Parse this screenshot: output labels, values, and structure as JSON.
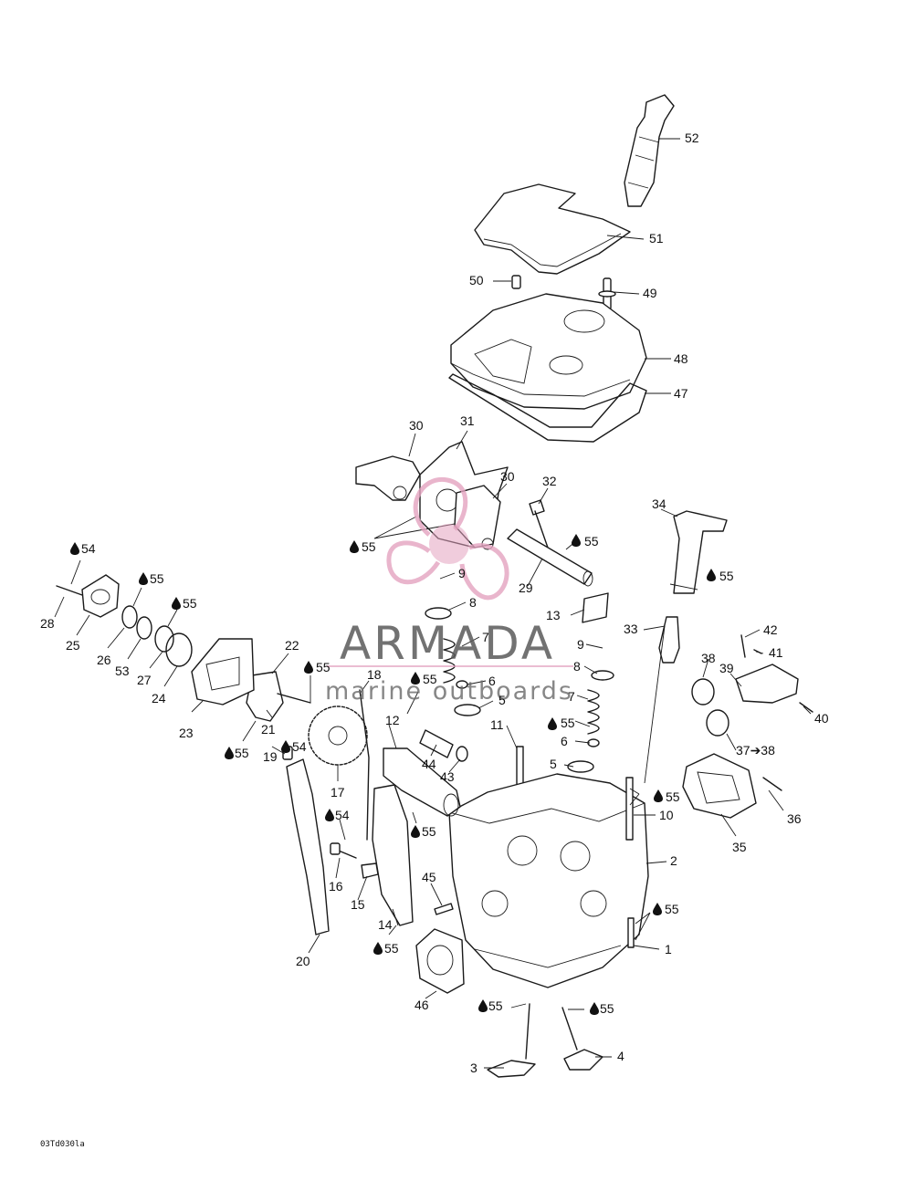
{
  "diagram": {
    "drawing_code": "03Td030la",
    "watermark": {
      "brand": "ARMADA",
      "tagline": "marine outboards"
    },
    "lubricant_symbol": "oil-drop-icon",
    "labels": [
      {
        "id": "l52",
        "text": "52"
      },
      {
        "id": "l51",
        "text": "51"
      },
      {
        "id": "l50",
        "text": "50"
      },
      {
        "id": "l49",
        "text": "49"
      },
      {
        "id": "l48",
        "text": "48"
      },
      {
        "id": "l47",
        "text": "47"
      },
      {
        "id": "l31",
        "text": "31"
      },
      {
        "id": "l30a",
        "text": "30"
      },
      {
        "id": "l30b",
        "text": "30"
      },
      {
        "id": "l32",
        "text": "32"
      },
      {
        "id": "l34",
        "text": "34"
      },
      {
        "id": "l55a",
        "text": "55"
      },
      {
        "id": "l55b",
        "text": "55"
      },
      {
        "id": "l55c",
        "text": "55"
      },
      {
        "id": "l29",
        "text": "29"
      },
      {
        "id": "l9a",
        "text": "9"
      },
      {
        "id": "l8a",
        "text": "8"
      },
      {
        "id": "l13",
        "text": "13"
      },
      {
        "id": "l7a",
        "text": "7"
      },
      {
        "id": "l9b",
        "text": "9"
      },
      {
        "id": "l8b",
        "text": "8"
      },
      {
        "id": "l6a",
        "text": "6"
      },
      {
        "id": "l5a",
        "text": "5"
      },
      {
        "id": "l7b",
        "text": "7"
      },
      {
        "id": "l55d",
        "text": "55"
      },
      {
        "id": "l6b",
        "text": "6"
      },
      {
        "id": "l5b",
        "text": "5"
      },
      {
        "id": "l11",
        "text": "11"
      },
      {
        "id": "l33",
        "text": "33"
      },
      {
        "id": "l42",
        "text": "42"
      },
      {
        "id": "l41",
        "text": "41"
      },
      {
        "id": "l38",
        "text": "38"
      },
      {
        "id": "l39",
        "text": "39"
      },
      {
        "id": "l40",
        "text": "40"
      },
      {
        "id": "l3738",
        "text": "37➔38"
      },
      {
        "id": "l36",
        "text": "36"
      },
      {
        "id": "l35",
        "text": "35"
      },
      {
        "id": "l55e",
        "text": "55"
      },
      {
        "id": "l10",
        "text": "10"
      },
      {
        "id": "l2",
        "text": "2"
      },
      {
        "id": "l55f",
        "text": "55"
      },
      {
        "id": "l1",
        "text": "1"
      },
      {
        "id": "l54a",
        "text": "54"
      },
      {
        "id": "l28",
        "text": "28"
      },
      {
        "id": "l25",
        "text": "25"
      },
      {
        "id": "l55g",
        "text": "55"
      },
      {
        "id": "l55h",
        "text": "55"
      },
      {
        "id": "l26",
        "text": "26"
      },
      {
        "id": "l53",
        "text": "53"
      },
      {
        "id": "l27",
        "text": "27"
      },
      {
        "id": "l24",
        "text": "24"
      },
      {
        "id": "l23",
        "text": "23"
      },
      {
        "id": "l22",
        "text": "22"
      },
      {
        "id": "l55i",
        "text": "55"
      },
      {
        "id": "l18",
        "text": "18"
      },
      {
        "id": "l55j",
        "text": "55"
      },
      {
        "id": "l21",
        "text": "21"
      },
      {
        "id": "l19",
        "text": "19"
      },
      {
        "id": "l54b",
        "text": "54"
      },
      {
        "id": "l55k",
        "text": "55"
      },
      {
        "id": "l17",
        "text": "17"
      },
      {
        "id": "l12",
        "text": "12"
      },
      {
        "id": "l44",
        "text": "44"
      },
      {
        "id": "l43",
        "text": "43"
      },
      {
        "id": "l55l",
        "text": "55"
      },
      {
        "id": "l54c",
        "text": "54"
      },
      {
        "id": "l16",
        "text": "16"
      },
      {
        "id": "l15",
        "text": "15"
      },
      {
        "id": "l14",
        "text": "14"
      },
      {
        "id": "l20",
        "text": "20"
      },
      {
        "id": "l45",
        "text": "45"
      },
      {
        "id": "l55m",
        "text": "55"
      },
      {
        "id": "l46",
        "text": "46"
      },
      {
        "id": "l55n",
        "text": "55"
      },
      {
        "id": "l55o",
        "text": "55"
      },
      {
        "id": "l3",
        "text": "3"
      },
      {
        "id": "l4",
        "text": "4"
      }
    ]
  }
}
